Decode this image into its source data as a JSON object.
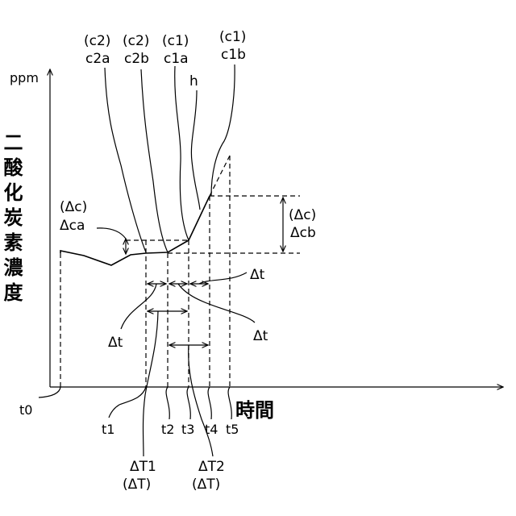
{
  "axes": {
    "y_unit": "ppm",
    "y_title": "二酸化炭素濃度",
    "x_title": "時間"
  },
  "curve_labels": {
    "c2a_group": "(c2)",
    "c2a": "c2a",
    "c2b_group": "(c2)",
    "c2b": "c2b",
    "c1a_group": "(c1)",
    "c1a": "c1a",
    "c1b_group": "(c1)",
    "c1b": "c1b",
    "h": "h"
  },
  "deltas": {
    "dca_group": "(Δc)",
    "dca": "Δca",
    "dcb_group": "(Δc)",
    "dcb": "Δcb",
    "dt_right": "Δt",
    "dt_left": "Δt",
    "dt_mid": "Δt",
    "dT1": "ΔT1",
    "dT1_group": "(ΔT)",
    "dT2": "ΔT2",
    "dT2_group": "(ΔT)"
  },
  "time_ticks": [
    "t0",
    "t1",
    "t2",
    "t3",
    "t4",
    "t5"
  ]
}
